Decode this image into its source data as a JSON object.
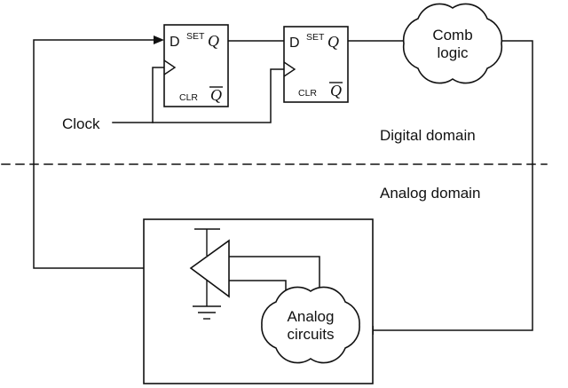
{
  "labels": {
    "clock": "Clock",
    "digital_domain": "Digital domain",
    "analog_domain": "Analog domain"
  },
  "flip_flop": {
    "d": "D",
    "set": "SET",
    "q": "Q",
    "clr": "CLR",
    "q_bar": "Q"
  },
  "comb_cloud": {
    "line1": "Comb",
    "line2": "logic"
  },
  "analog_cloud": {
    "line1": "Analog",
    "line2": "circuits"
  }
}
